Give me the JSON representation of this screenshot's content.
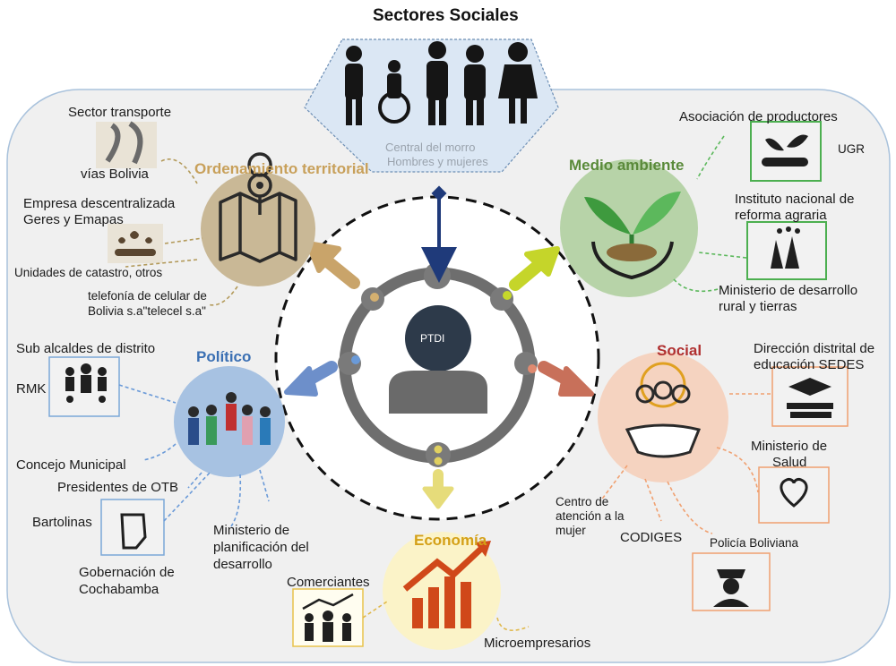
{
  "title": "Sectores Sociales",
  "center": {
    "label": "PTDI"
  },
  "top_sector": {
    "line1": "Central del morro",
    "line2": "Hombres y mujeres"
  },
  "categories": {
    "ordenamiento": "Ordenamiento territorial",
    "medio_ambiente": "Medio ambiente",
    "politico": "Político",
    "social": "Social",
    "economia": "Economía"
  },
  "labels": {
    "sector_transporte": "Sector transporte",
    "vias_bolivia": "vías Bolivia",
    "empresa_line1": "Empresa descentralizada",
    "empresa_line2": "Geres y Emapas",
    "unidades_catastro": "Unidades de catastro, otros",
    "telefonia_line1": "telefonía de celular de",
    "telefonia_line2": "Bolivia s.a\"telecel s.a\"",
    "asociacion": "Asociación de productores",
    "ugr": "UGR",
    "instituto_line1": "Instituto nacional de",
    "instituto_line2": "reforma agraria",
    "ministerio_rural_line1": "Ministerio de desarrollo",
    "ministerio_rural_line2": "rural y tierras",
    "sub_alcaldes": "Sub alcaldes de distrito",
    "rmk": "RMK",
    "concejo": "Concejo Municipal",
    "presidentes_otb": "Presidentes de OTB",
    "bartolinas": "Bartolinas",
    "ministerio_plan_line1": "Ministerio de",
    "ministerio_plan_line2": "planificación del",
    "ministerio_plan_line3": "desarrollo",
    "gobernacion_line1": "Gobernación de",
    "gobernacion_line2": "Cochabamba",
    "direccion_line1": "Dirección distrital de",
    "direccion_line2": "educación SEDES",
    "ministerio_salud_line1": "Ministerio de",
    "ministerio_salud_line2": "Salud",
    "centro_line1": "Centro de",
    "centro_line2": "atención a la",
    "centro_line3": "mujer",
    "codiges": "CODIGES",
    "policia": "Policía Boliviana",
    "comerciantes": "Comerciantes",
    "microempresarios": "Microempresarios"
  },
  "colors": {
    "ordenamiento": "#c8a05a",
    "medio_ambiente": "#5a8a3a",
    "politico": "#3a6fb3",
    "social": "#b03030",
    "economia": "#d4a017",
    "ptdi": "#2d3a4a"
  }
}
